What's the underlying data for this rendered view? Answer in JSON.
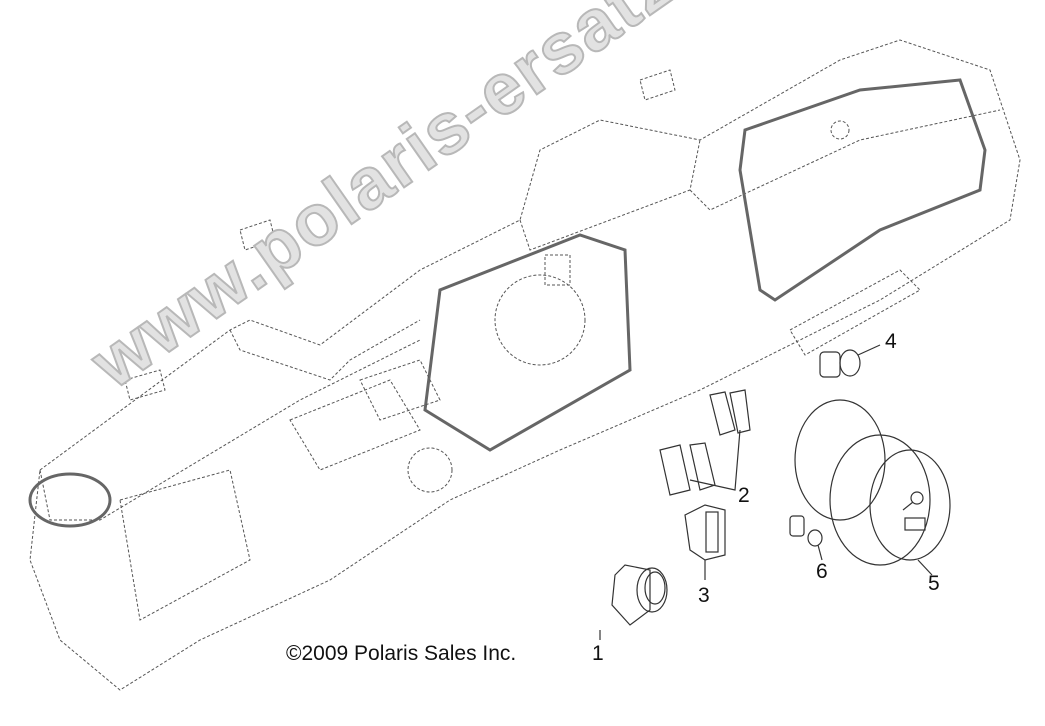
{
  "copyright": "©2009 Polaris Sales Inc.",
  "watermark": "www.polaris-ersatzteile.de",
  "callouts": [
    {
      "number": "1",
      "part": "ignition-switch"
    },
    {
      "number": "2",
      "part": "rocker-switch-blanks"
    },
    {
      "number": "3",
      "part": "rocker-switch"
    },
    {
      "number": "4",
      "part": "power-outlet"
    },
    {
      "number": "5",
      "part": "speedometer-gauge"
    },
    {
      "number": "6",
      "part": "indicator-bulb"
    }
  ]
}
